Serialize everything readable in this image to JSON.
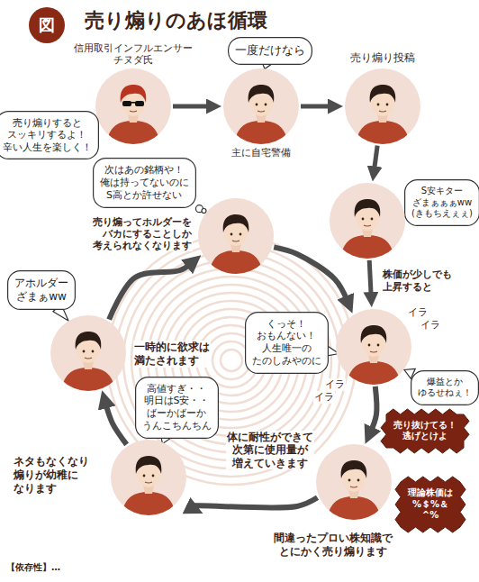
{
  "diagram": {
    "title": "売り煽りのあほ循環",
    "nodes": [
      {
        "text": [
          "図"
        ]
      },
      {
        "text": [
          "信用取引インフルエンサー チヌダ氏"
        ]
      },
      {
        "text": [
          "売り煽りすると スッキリするよ！ 辛い人生を楽しく！"
        ]
      },
      {
        "text": [
          "一度だけなら"
        ]
      },
      {
        "text": [
          "主に自宅警備"
        ]
      },
      {
        "text": [
          "売り煽り投稿"
        ]
      },
      {
        "text": [
          "S安キター ざまぁぁぁww (きもちえぇぇ)"
        ]
      },
      {
        "text": []
      },
      {
        "text": [
          "次はあの銘柄や！ 俺は持ってないのに S高とか許せない"
        ]
      },
      {
        "text": [
          "売り煽ってホルダーを バカにすることしか 考えられなくなります"
        ]
      },
      {
        "text": [
          "アホルダー ざまぁww"
        ]
      },
      {
        "text": [
          "一時的に欲求は 満たされます"
        ]
      },
      {
        "text": [
          "くっそ！ おもんない！ 人生唯一の たのしみやのに"
        ]
      },
      {
        "text": []
      },
      {
        "text": [
          "爆益とか ゆるせねぇ！"
        ]
      },
      {
        "text": [
          "高値すぎ・・ 明日はS安・・ ばーかばーか うんこちんちん"
        ]
      },
      {
        "text": [
          "ネタもなくなり 煽りが幼稚に なります"
        ]
      },
      {
        "text": [
          "売り抜けてる！ 逃げとけよ"
        ]
      },
      {
        "text": [
          "理論株価は %＄%＆^%"
        ]
      },
      {
        "text": [
          "間違ったプロい株知識で とにかく売り煽ります"
        ]
      }
    ],
    "edges": [
      {
        "from": 1,
        "to": 4,
        "arrow": "to"
      },
      {
        "from": 4,
        "to": 5,
        "arrow": "to"
      },
      {
        "from": 5,
        "to": 7,
        "arrow": "to"
      },
      {
        "from": 7,
        "to": 13,
        "label": "株価が少しでも 上昇すると",
        "arrow": "to"
      },
      {
        "from": 9,
        "to": 13,
        "arrow": "to"
      },
      {
        "from": 13,
        "to": 19,
        "arrow": "to"
      },
      {
        "from": 19,
        "to": 16,
        "arrow": "to"
      },
      {
        "from": 16,
        "to": 11,
        "arrow": "to"
      },
      {
        "from": 11,
        "to": 9,
        "arrow": "to"
      }
    ],
    "labels": [
      "イラ",
      "イラ",
      "イラ",
      "イラ",
      "体に耐性ができて 次第に使用量が 増えていきます",
      "【依存性】…"
    ]
  }
}
